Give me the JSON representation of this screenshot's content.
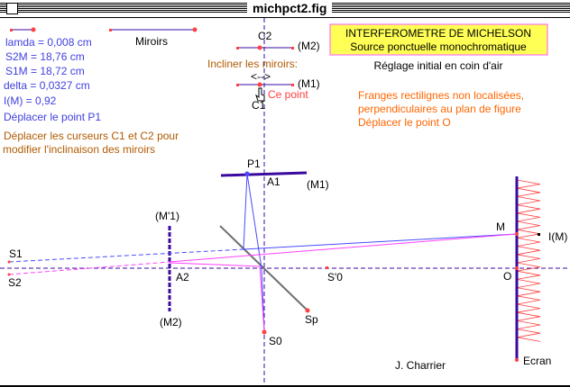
{
  "window": {
    "title": "michpct2.fig"
  },
  "params": {
    "lamda": "lamda = 0,008 cm",
    "s2m": "S2M = 18,76 cm",
    "s1m": "S1M = 18,72 cm",
    "delta": "delta =  0,0327 cm",
    "intensity": "I(M) = 0,92",
    "move_p1": "Déplacer le point P1"
  },
  "instructions": {
    "line1": "Déplacer les curseurs C1 et C2 pour",
    "line2": "modifier l'inclinaison des miroirs"
  },
  "sliders": {
    "miroirs": "Miroirs",
    "c2": "C2",
    "c1": "C1",
    "m2": "(M2)",
    "m1": "(M1)",
    "tilt": "Incliner les miroirs:",
    "arrow": "<-->",
    "hint": "Ce point"
  },
  "titlebox": {
    "line1": "INTERFEROMETRE DE MICHELSON",
    "line2": "Source ponctuelle monochromatique",
    "subtitle": "Réglage initial en coin d'air"
  },
  "notes": {
    "line1": "Franges rectilignes non localisées,",
    "line2": "perpendiculaires au plan de figure",
    "line3": "Déplacer le point O"
  },
  "labels": {
    "p1": "P1",
    "a1": "A1",
    "m1": "(M1)",
    "mp1": "(M'1)",
    "m2": "(M2)",
    "a2": "A2",
    "s1": "S1",
    "s2": "S2",
    "sp0": "S'0",
    "sp": "Sp",
    "s0": "S0",
    "m": "M",
    "o": "O",
    "im": "I(M)",
    "ecran": "Ecran",
    "author": "J. Charrier"
  },
  "colors": {
    "blue_text": "#4040e0",
    "orange": "#ff6600",
    "brown": "#b05a00",
    "mirror": "#3a0aa0",
    "ray_blue": "#4a4aff",
    "ray_pink": "#ff40ff",
    "point": "#ff4040",
    "box": "#ffff55"
  }
}
